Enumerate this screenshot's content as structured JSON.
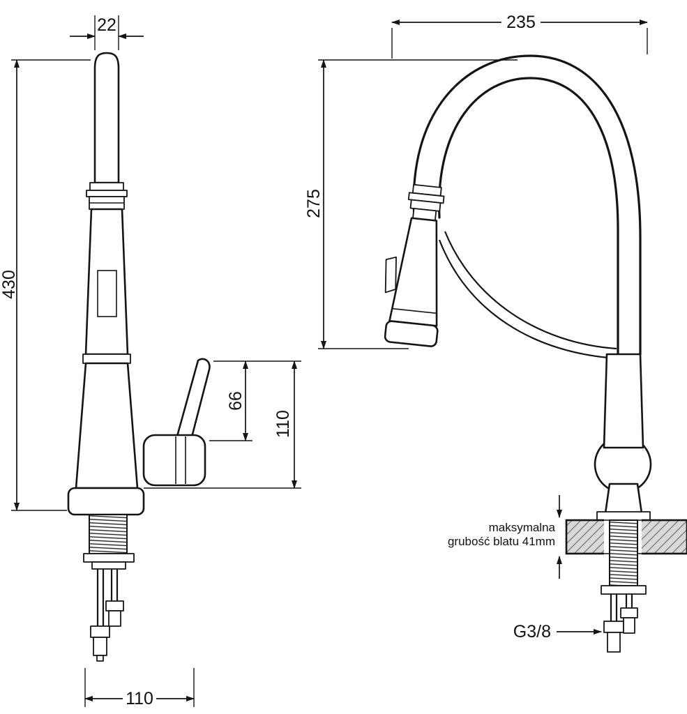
{
  "diagram": {
    "type": "technical-drawing",
    "subject": "kitchen faucet with pull-out spray head, two orthographic views with dimensions",
    "units": "mm",
    "dimensions": {
      "spout_diameter": "22",
      "total_height": "430",
      "spout_reach": "235",
      "spout_height": "275",
      "handle_height": "66",
      "body_height": "110",
      "base_width": "110",
      "thread_size": "G3/8"
    },
    "notes": {
      "counter_line1": "maksymalna",
      "counter_line2": "grubość blatu 41mm"
    },
    "colors": {
      "line": "#141414",
      "background": "#ffffff",
      "counter_fill": "#d9d9d9"
    }
  }
}
